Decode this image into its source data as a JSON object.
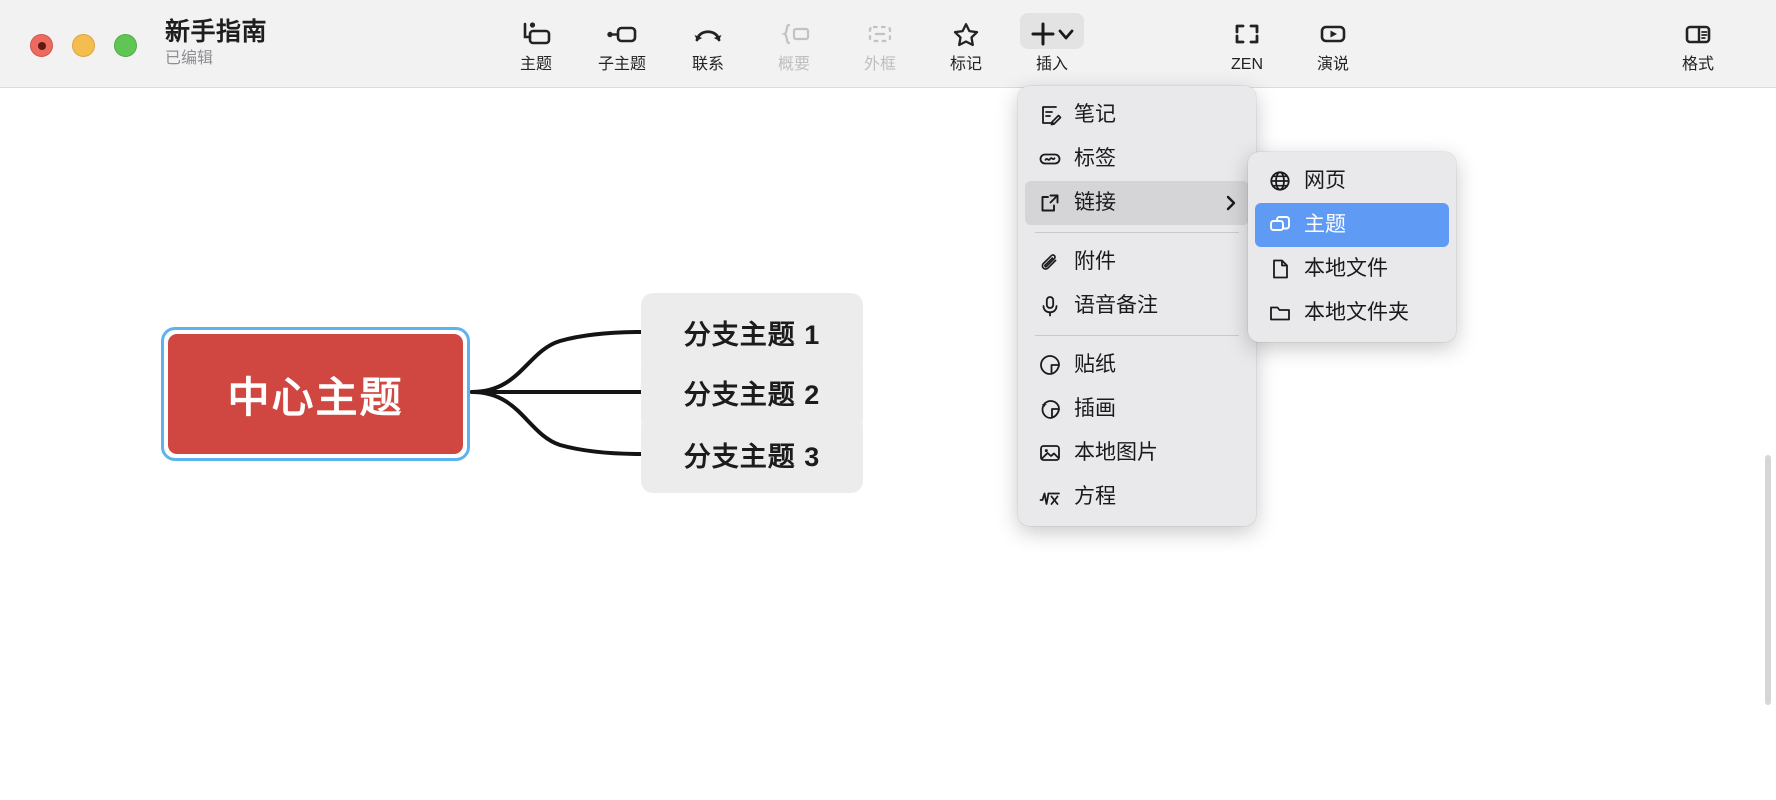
{
  "window": {
    "title": "新手指南",
    "subtitle": "已编辑",
    "traffic_lights": [
      "close-button",
      "minimize-button",
      "maximize-button"
    ]
  },
  "toolbar": {
    "items": [
      {
        "label": "主题",
        "icon": "topic-icon",
        "state": "enabled",
        "name": "toolbar-topic"
      },
      {
        "label": "子主题",
        "icon": "subtopic-icon",
        "state": "enabled",
        "name": "toolbar-subtopic"
      },
      {
        "label": "联系",
        "icon": "relationship-icon",
        "state": "enabled",
        "name": "toolbar-relationship"
      },
      {
        "label": "概要",
        "icon": "summary-icon",
        "state": "disabled",
        "name": "toolbar-summary"
      },
      {
        "label": "外框",
        "icon": "boundary-icon",
        "state": "disabled",
        "name": "toolbar-boundary"
      },
      {
        "label": "标记",
        "icon": "marker-star-icon",
        "state": "enabled",
        "name": "toolbar-marker"
      },
      {
        "label": "插入",
        "icon": "plus-chevron-icon",
        "state": "active",
        "name": "toolbar-insert"
      }
    ],
    "right_items": [
      {
        "label": "ZEN",
        "icon": "fullscreen-brackets-icon",
        "state": "enabled",
        "name": "toolbar-zen"
      },
      {
        "label": "演说",
        "icon": "presentation-play-icon",
        "state": "enabled",
        "name": "toolbar-presentation"
      },
      {
        "label": "格式",
        "icon": "format-panel-icon",
        "state": "enabled",
        "name": "toolbar-format"
      }
    ]
  },
  "insert_menu": {
    "items": [
      {
        "label": "笔记",
        "icon": "note-icon",
        "type": "item",
        "name": "menu-item-note"
      },
      {
        "label": "标签",
        "icon": "tag-icon",
        "type": "item",
        "name": "menu-item-tag"
      },
      {
        "label": "链接",
        "icon": "link-external-icon",
        "type": "submenu",
        "state": "hover",
        "name": "menu-item-link"
      },
      {
        "type": "separator"
      },
      {
        "label": "附件",
        "icon": "paperclip-icon",
        "type": "item",
        "name": "menu-item-attachment"
      },
      {
        "label": "语音备注",
        "icon": "microphone-icon",
        "type": "item",
        "name": "menu-item-audio-note"
      },
      {
        "type": "separator"
      },
      {
        "label": "贴纸",
        "icon": "sticker-icon",
        "type": "item",
        "name": "menu-item-sticker"
      },
      {
        "label": "插画",
        "icon": "illustration-icon",
        "type": "item",
        "name": "menu-item-illustration"
      },
      {
        "label": "本地图片",
        "icon": "image-icon",
        "type": "item",
        "name": "menu-item-local-image"
      },
      {
        "label": "方程",
        "icon": "equation-icon",
        "type": "item",
        "name": "menu-item-equation"
      }
    ]
  },
  "link_submenu": {
    "items": [
      {
        "label": "网页",
        "icon": "globe-icon",
        "state": "normal",
        "name": "submenu-item-webpage"
      },
      {
        "label": "主题",
        "icon": "topic-link-icon",
        "state": "selected",
        "name": "submenu-item-topic"
      },
      {
        "label": "本地文件",
        "icon": "file-icon",
        "state": "normal",
        "name": "submenu-item-local-file"
      },
      {
        "label": "本地文件夹",
        "icon": "folder-icon",
        "state": "normal",
        "name": "submenu-item-local-folder"
      }
    ]
  },
  "mindmap": {
    "central": {
      "text": "中心主题",
      "fill": "#cf4740",
      "selection_color": "#5cb3ef",
      "selected": true
    },
    "branches": [
      {
        "text": "分支主题 1",
        "fill": "#ececec"
      },
      {
        "text": "分支主题 2",
        "fill": "#ececec"
      },
      {
        "text": "分支主题 3",
        "fill": "#ececec"
      }
    ]
  }
}
